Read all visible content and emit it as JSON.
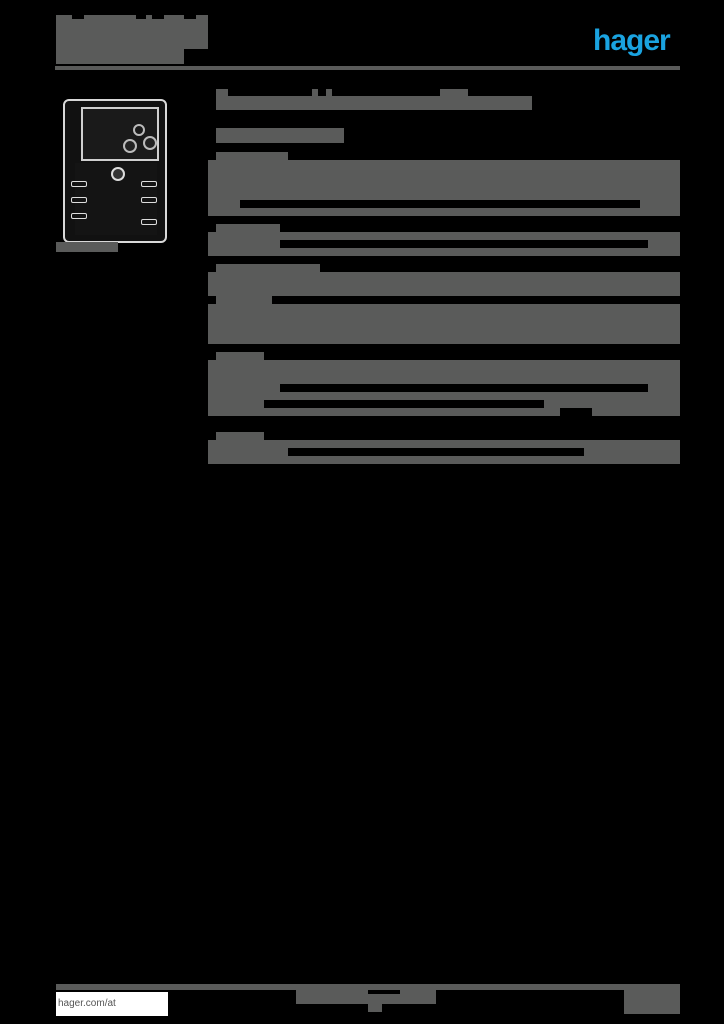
{
  "header": {
    "brand_logo": "hager",
    "brand_color": "#1aa3e0",
    "title_block": "[redacted]"
  },
  "product": {
    "image": "switch-disconnector-photo",
    "caption": "[redacted]"
  },
  "main": {
    "title": "[redacted]",
    "subtitle": "[redacted]",
    "sections": [
      {
        "label": "[redacted]",
        "rows": 2
      },
      {
        "label": "[redacted]",
        "rows": 1
      },
      {
        "label": "[redacted]",
        "rows": 1
      },
      {
        "label": "[redacted]",
        "rows": 1
      },
      {
        "label": "[redacted]",
        "rows": 3
      },
      {
        "label": "[redacted]",
        "rows": 1
      }
    ]
  },
  "footer": {
    "website": "hager.com/at",
    "center_text": "[redacted]",
    "page_info": "[redacted]"
  },
  "colors": {
    "background": "#000000",
    "redaction_gray": "#5a5b5a",
    "accent": "#1aa3e0"
  }
}
